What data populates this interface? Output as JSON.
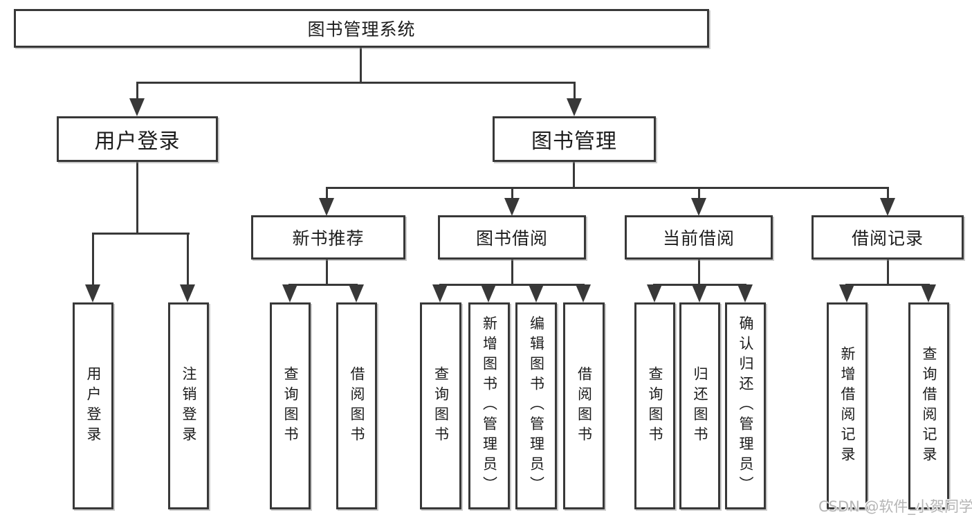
{
  "diagram_title": "图书管理系统",
  "colors": {
    "line": "#383838",
    "box_border": "#383838",
    "box_background": "#ffffff",
    "text": "#1c1c1c",
    "watermark": "#b5b5b5"
  },
  "tree": {
    "label": "图书管理系统",
    "children": [
      {
        "label": "用户登录",
        "children": [
          {
            "label": "用户登录"
          },
          {
            "label": "注销登录"
          }
        ]
      },
      {
        "label": "图书管理",
        "children": [
          {
            "label": "新书推荐",
            "children": [
              {
                "label": "查询图书"
              },
              {
                "label": "借阅图书"
              }
            ]
          },
          {
            "label": "图书借阅",
            "children": [
              {
                "label": "查询图书"
              },
              {
                "label": "新增图书（管理员）"
              },
              {
                "label": "编辑图书（管理员）"
              },
              {
                "label": "借阅图书"
              }
            ]
          },
          {
            "label": "当前借阅",
            "children": [
              {
                "label": "查询图书"
              },
              {
                "label": "归还图书"
              },
              {
                "label": "确认归还（管理员）"
              }
            ]
          },
          {
            "label": "借阅记录",
            "children": [
              {
                "label": "新增借阅记录"
              },
              {
                "label": "查询借阅记录"
              }
            ]
          }
        ]
      }
    ]
  },
  "watermark": {
    "text": "CSDN @软件_小贺同学"
  }
}
